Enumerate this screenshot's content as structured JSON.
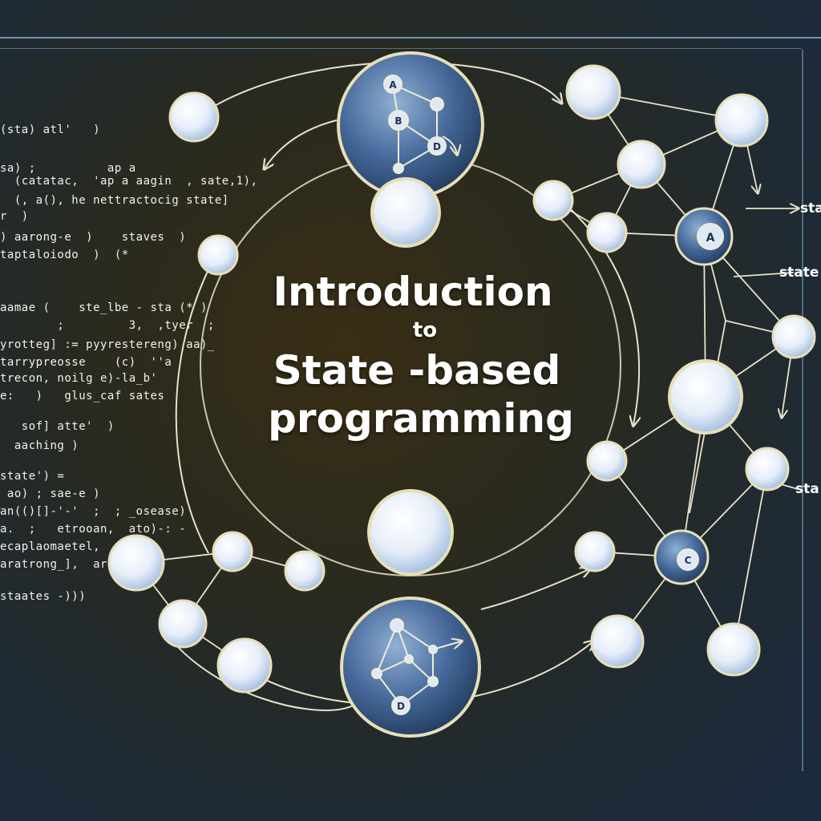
{
  "title": {
    "line1": "Introduction",
    "line2": "to",
    "line3": "State -based",
    "line4": "programming"
  },
  "code_lines": [
    "(sta) atl'   )",
    "sa) ;          ap a",
    "  (catatac,  'ap a aagin  , sate,1),",
    "  (, a(), he nettractocig state]",
    "r  )",
    ") aarong-e  )    staves  )",
    "taptaloiodo  )  (*",
    "aamae (    ste_lbe - sta (* )",
    "        ;         3,  ,tyer  ;",
    "yrotteg] := pyyrestereng) aa)_",
    "tarrypreosse    (c)  ''a",
    "trecon, noilg e)-la_b'",
    "e:   )   glus_caf sates",
    "   sof] atte'  )",
    "  aaching )",
    "state') =",
    " ao) ; sae-e )",
    "an(()[]-'-'  ;  ; _osease)",
    "a.  ;   etrooan,  ato)-: -",
    "ecaplaomaetel,",
    "aratrong_],  are",
    "staates -)))"
  ],
  "side_labels": [
    "sta",
    "state",
    "sta"
  ],
  "node_glyphs": [
    "A",
    "B",
    "C",
    "D",
    "A",
    "D"
  ],
  "colors": {
    "node_fill": "#e9f1fb",
    "node_ring": "#e7dfb8",
    "big_node_fill": "#3f5f86",
    "edge": "#e8e2c8",
    "code_text": "#f2f2ee"
  }
}
